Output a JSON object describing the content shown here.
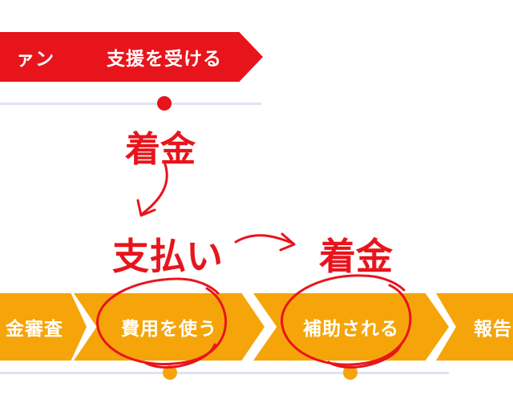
{
  "top_flow": {
    "steps": [
      {
        "label": "ァン"
      },
      {
        "label": "支援を受ける"
      }
    ]
  },
  "bottom_flow": {
    "steps": [
      {
        "label": "金審査"
      },
      {
        "label": "費用を使う"
      },
      {
        "label": "補助される"
      },
      {
        "label": "報告"
      }
    ]
  },
  "annotations": {
    "top_receipt": "着金",
    "payment": "支払い",
    "bottom_receipt": "着金"
  },
  "colors": {
    "top_flow": "#e8141c",
    "bottom_flow": "#f5a50a",
    "annotation": "#e8141c",
    "timeline": "#dfe3f2"
  }
}
